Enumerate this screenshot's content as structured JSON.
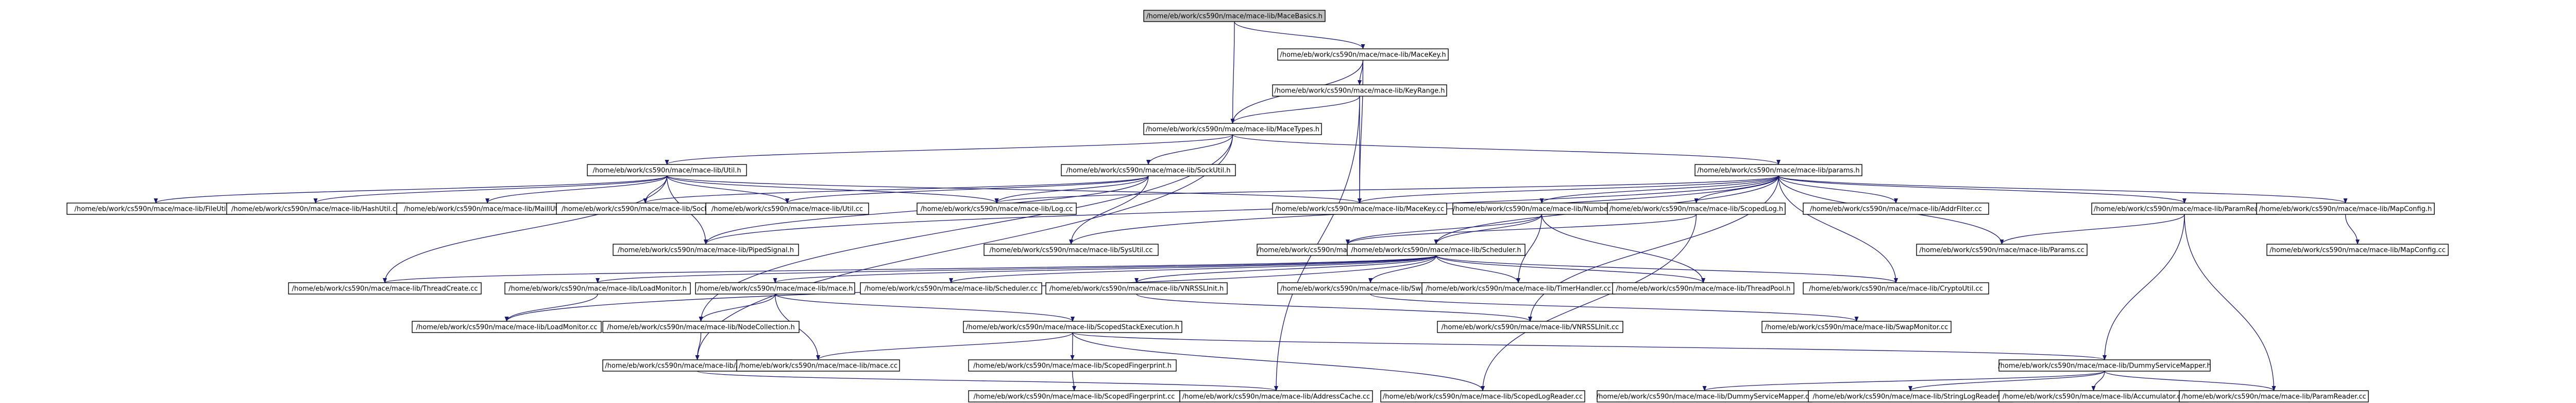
{
  "graph": {
    "nodes": [
      {
        "id": "MaceBasics_h",
        "label": "/home/eb/work/cs590n/mace/mace-lib/MaceBasics.h",
        "root": true
      },
      {
        "id": "MaceKey_h",
        "label": "/home/eb/work/cs590n/mace/mace-lib/MaceKey.h"
      },
      {
        "id": "KeyRange_h",
        "label": "/home/eb/work/cs590n/mace/mace-lib/KeyRange.h"
      },
      {
        "id": "MaceTypes_h",
        "label": "/home/eb/work/cs590n/mace/mace-lib/MaceTypes.h"
      },
      {
        "id": "Util_h",
        "label": "/home/eb/work/cs590n/mace/mace-lib/Util.h"
      },
      {
        "id": "SockUtil_h",
        "label": "/home/eb/work/cs590n/mace/mace-lib/SockUtil.h"
      },
      {
        "id": "params_h",
        "label": "/home/eb/work/cs590n/mace/mace-lib/params.h"
      },
      {
        "id": "FileUtil_cc",
        "label": "/home/eb/work/cs590n/mace/mace-lib/FileUtil.cc"
      },
      {
        "id": "HashUtil_cc",
        "label": "/home/eb/work/cs590n/mace/mace-lib/HashUtil.cc"
      },
      {
        "id": "MaillUtil_cc",
        "label": "/home/eb/work/cs590n/mace/mace-lib/MaillUtil.cc"
      },
      {
        "id": "SockUtil_cc",
        "label": "/home/eb/work/cs590n/mace/mace-lib/SockUtil.cc"
      },
      {
        "id": "Util_cc",
        "label": "/home/eb/work/cs590n/mace/mace-lib/Util.cc"
      },
      {
        "id": "Log_cc",
        "label": "/home/eb/work/cs590n/mace/mace-lib/Log.cc"
      },
      {
        "id": "MaceKey_cc",
        "label": "/home/eb/work/cs590n/mace/mace-lib/MaceKey.cc"
      },
      {
        "id": "NumberGen_h",
        "label": "/home/eb/work/cs590n/mace/mace-lib/NumberGen.h"
      },
      {
        "id": "ScopedLog_h",
        "label": "/home/eb/work/cs590n/mace/mace-lib/ScopedLog.h"
      },
      {
        "id": "AddrFilter_cc",
        "label": "/home/eb/work/cs590n/mace/mace-lib/AddrFilter.cc"
      },
      {
        "id": "ParamReader_h",
        "label": "/home/eb/work/cs590n/mace/mace-lib/ParamReader.h"
      },
      {
        "id": "MapConfig_h",
        "label": "/home/eb/work/cs590n/mace/mace-lib/MapConfig.h"
      },
      {
        "id": "PipedSignal_h",
        "label": "/home/eb/work/cs590n/mace/mace-lib/PipedSignal.h"
      },
      {
        "id": "SysUtil_cc",
        "label": "/home/eb/work/cs590n/mace/mace-lib/SysUtil.cc"
      },
      {
        "id": "NumberGen_cc",
        "label": "/home/eb/work/cs590n/mace/mace-lib/NumberGen.cc"
      },
      {
        "id": "Params_cc",
        "label": "/home/eb/work/cs590n/mace/mace-lib/Params.cc"
      },
      {
        "id": "MapConfig_cc",
        "label": "/home/eb/work/cs590n/mace/mace-lib/MapConfig.cc"
      },
      {
        "id": "ThreadCreate_cc",
        "label": "/home/eb/work/cs590n/mace/mace-lib/ThreadCreate.cc"
      },
      {
        "id": "Scheduler_h",
        "label": "/home/eb/work/cs590n/mace/mace-lib/Scheduler.h"
      },
      {
        "id": "LoadMonitor_h",
        "label": "/home/eb/work/cs590n/mace/mace-lib/LoadMonitor.h"
      },
      {
        "id": "mace_h",
        "label": "/home/eb/work/cs590n/mace/mace-lib/mace.h"
      },
      {
        "id": "Scheduler_cc",
        "label": "/home/eb/work/cs590n/mace/mace-lib/Scheduler.cc"
      },
      {
        "id": "VNRSSLInit_h",
        "label": "/home/eb/work/cs590n/mace/mace-lib/VNRSSLInit.h"
      },
      {
        "id": "SwapMonitor_h",
        "label": "/home/eb/work/cs590n/mace/mace-lib/SwapMonitor.h"
      },
      {
        "id": "TimerHandler_cc",
        "label": "/home/eb/work/cs590n/mace/mace-lib/TimerHandler.cc"
      },
      {
        "id": "ThreadPool_h",
        "label": "/home/eb/work/cs590n/mace/mace-lib/ThreadPool.h"
      },
      {
        "id": "CryptoUtil_cc",
        "label": "/home/eb/work/cs590n/mace/mace-lib/CryptoUtil.cc"
      },
      {
        "id": "LoadMonitor_cc",
        "label": "/home/eb/work/cs590n/mace/mace-lib/LoadMonitor.cc"
      },
      {
        "id": "NodeCollection_h",
        "label": "/home/eb/work/cs590n/mace/mace-lib/NodeCollection.h"
      },
      {
        "id": "VNRSSLInit_cc",
        "label": "/home/eb/work/cs590n/mace/mace-lib/VNRSSLInit.cc"
      },
      {
        "id": "SwapMonitor_cc",
        "label": "/home/eb/work/cs590n/mace/mace-lib/SwapMonitor.cc"
      },
      {
        "id": "ScopedStackExecution_h",
        "label": "/home/eb/work/cs590n/mace/mace-lib/ScopedStackExecution.h"
      },
      {
        "id": "AddressCache_h",
        "label": "/home/eb/work/cs590n/mace/mace-lib/AddressCache.h"
      },
      {
        "id": "mace_cc",
        "label": "/home/eb/work/cs590n/mace/mace-lib/mace.cc"
      },
      {
        "id": "ScopedFingerprint_h",
        "label": "/home/eb/work/cs590n/mace/mace-lib/ScopedFingerprint.h"
      },
      {
        "id": "DummyServiceMapper_h",
        "label": "/home/eb/work/cs590n/mace/mace-lib/DummyServiceMapper.h"
      },
      {
        "id": "ScopedFingerprint_cc",
        "label": "/home/eb/work/cs590n/mace/mace-lib/ScopedFingerprint.cc"
      },
      {
        "id": "AddressCache_cc",
        "label": "/home/eb/work/cs590n/mace/mace-lib/AddressCache.cc"
      },
      {
        "id": "ScopedLogReader_cc",
        "label": "/home/eb/work/cs590n/mace/mace-lib/ScopedLogReader.cc"
      },
      {
        "id": "DummyServiceMapper_cc",
        "label": "/home/eb/work/cs590n/mace/mace-lib/DummyServiceMapper.cc"
      },
      {
        "id": "StringLogReader_cc",
        "label": "/home/eb/work/cs590n/mace/mace-lib/StringLogReader.cc"
      },
      {
        "id": "Accumulator_cc",
        "label": "/home/eb/work/cs590n/mace/mace-lib/Accumulator.cc"
      },
      {
        "id": "ParamReader_cc",
        "label": "/home/eb/work/cs590n/mace/mace-lib/ParamReader.cc"
      }
    ],
    "edges": [
      [
        "MaceBasics_h",
        "MaceKey_h"
      ],
      [
        "MaceBasics_h",
        "MaceTypes_h"
      ],
      [
        "MaceKey_h",
        "KeyRange_h"
      ],
      [
        "MaceKey_h",
        "MaceTypes_h"
      ],
      [
        "MaceKey_h",
        "MaceKey_cc"
      ],
      [
        "KeyRange_h",
        "MaceTypes_h"
      ],
      [
        "KeyRange_h",
        "MaceKey_cc"
      ],
      [
        "KeyRange_h",
        "AddressCache_cc"
      ],
      [
        "MaceTypes_h",
        "Util_h"
      ],
      [
        "MaceTypes_h",
        "SockUtil_h"
      ],
      [
        "MaceTypes_h",
        "params_h"
      ],
      [
        "MaceTypes_h",
        "AddressCache_h"
      ],
      [
        "MaceTypes_h",
        "NodeCollection_h"
      ],
      [
        "Util_h",
        "FileUtil_cc"
      ],
      [
        "Util_h",
        "HashUtil_cc"
      ],
      [
        "Util_h",
        "MaillUtil_cc"
      ],
      [
        "Util_h",
        "SockUtil_cc"
      ],
      [
        "Util_h",
        "Util_cc"
      ],
      [
        "Util_h",
        "Log_cc"
      ],
      [
        "Util_h",
        "MaceKey_cc"
      ],
      [
        "Util_h",
        "PipedSignal_h"
      ],
      [
        "Util_h",
        "ThreadCreate_cc"
      ],
      [
        "SockUtil_h",
        "SockUtil_cc"
      ],
      [
        "SockUtil_h",
        "Util_cc"
      ],
      [
        "SockUtil_h",
        "Log_cc"
      ],
      [
        "SockUtil_h",
        "PipedSignal_h"
      ],
      [
        "SockUtil_h",
        "SysUtil_cc"
      ],
      [
        "params_h",
        "Log_cc"
      ],
      [
        "params_h",
        "MaceKey_cc"
      ],
      [
        "params_h",
        "NumberGen_h"
      ],
      [
        "params_h",
        "ScopedLog_h"
      ],
      [
        "params_h",
        "AddrFilter_cc"
      ],
      [
        "params_h",
        "ParamReader_h"
      ],
      [
        "params_h",
        "MapConfig_h"
      ],
      [
        "params_h",
        "Params_cc"
      ],
      [
        "params_h",
        "CryptoUtil_cc"
      ],
      [
        "params_h",
        "VNRSSLInit_cc"
      ],
      [
        "params_h",
        "SysUtil_cc"
      ],
      [
        "params_h",
        "PipedSignal_h"
      ],
      [
        "params_h",
        "Scheduler_h"
      ],
      [
        "NumberGen_h",
        "NumberGen_cc"
      ],
      [
        "NumberGen_h",
        "Scheduler_h"
      ],
      [
        "NumberGen_h",
        "TimerHandler_cc"
      ],
      [
        "NumberGen_h",
        "ThreadPool_h"
      ],
      [
        "ScopedLog_h",
        "ScopedLogReader_cc"
      ],
      [
        "ScopedLog_h",
        "NumberGen_cc"
      ],
      [
        "ParamReader_h",
        "Params_cc"
      ],
      [
        "ParamReader_h",
        "DummyServiceMapper_h"
      ],
      [
        "ParamReader_h",
        "ParamReader_cc"
      ],
      [
        "MapConfig_h",
        "MapConfig_cc"
      ],
      [
        "Scheduler_h",
        "ThreadCreate_cc"
      ],
      [
        "Scheduler_h",
        "LoadMonitor_h"
      ],
      [
        "Scheduler_h",
        "mace_h"
      ],
      [
        "Scheduler_h",
        "Scheduler_cc"
      ],
      [
        "Scheduler_h",
        "VNRSSLInit_h"
      ],
      [
        "Scheduler_h",
        "SwapMonitor_h"
      ],
      [
        "Scheduler_h",
        "TimerHandler_cc"
      ],
      [
        "Scheduler_h",
        "ThreadPool_h"
      ],
      [
        "Scheduler_h",
        "CryptoUtil_cc"
      ],
      [
        "Scheduler_h",
        "LoadMonitor_cc"
      ],
      [
        "LoadMonitor_h",
        "LoadMonitor_cc"
      ],
      [
        "mace_h",
        "NodeCollection_h"
      ],
      [
        "mace_h",
        "mace_cc"
      ],
      [
        "mace_h",
        "ScopedStackExecution_h"
      ],
      [
        "VNRSSLInit_h",
        "VNRSSLInit_cc"
      ],
      [
        "SwapMonitor_h",
        "SwapMonitor_cc"
      ],
      [
        "NodeCollection_h",
        "AddressCache_h"
      ],
      [
        "ScopedStackExecution_h",
        "mace_cc"
      ],
      [
        "ScopedStackExecution_h",
        "ScopedFingerprint_h"
      ],
      [
        "ScopedStackExecution_h",
        "ScopedLogReader_cc"
      ],
      [
        "ScopedStackExecution_h",
        "DummyServiceMapper_h"
      ],
      [
        "AddressCache_h",
        "AddressCache_cc"
      ],
      [
        "AddressCache_h",
        "mace_cc"
      ],
      [
        "ScopedFingerprint_h",
        "ScopedFingerprint_cc"
      ],
      [
        "DummyServiceMapper_h",
        "DummyServiceMapper_cc"
      ],
      [
        "DummyServiceMapper_h",
        "StringLogReader_cc"
      ],
      [
        "DummyServiceMapper_h",
        "Accumulator_cc"
      ],
      [
        "DummyServiceMapper_h",
        "ParamReader_cc"
      ]
    ]
  }
}
